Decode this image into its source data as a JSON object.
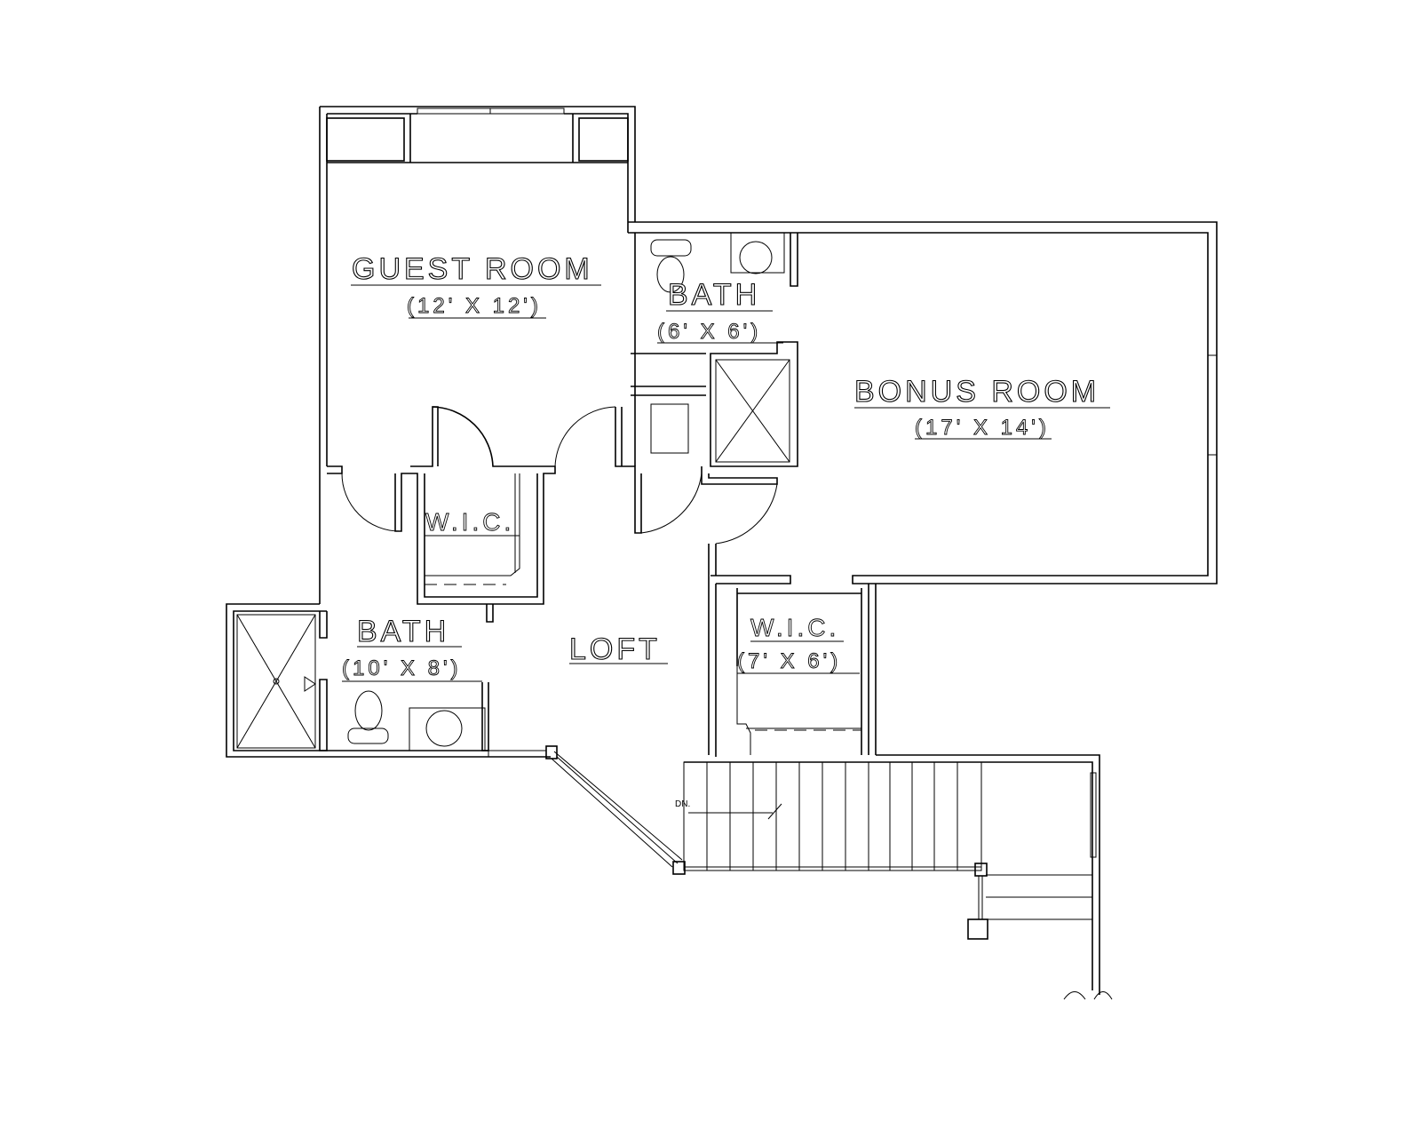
{
  "plan": {
    "rooms": [
      {
        "name": "GUEST ROOM",
        "size": "(12' X 12')"
      },
      {
        "name": "BATH",
        "size": "(6' X 6')"
      },
      {
        "name": "BONUS ROOM",
        "size": "(17' X 14')"
      },
      {
        "name": "W.I.C."
      },
      {
        "name": "BATH",
        "size": "(10' X 8')"
      },
      {
        "name": "LOFT"
      },
      {
        "name": "W.I.C.",
        "size": "(7' X 6')"
      }
    ],
    "stair_label": "DN.",
    "line_color": "#000000",
    "background": "#ffffff"
  }
}
